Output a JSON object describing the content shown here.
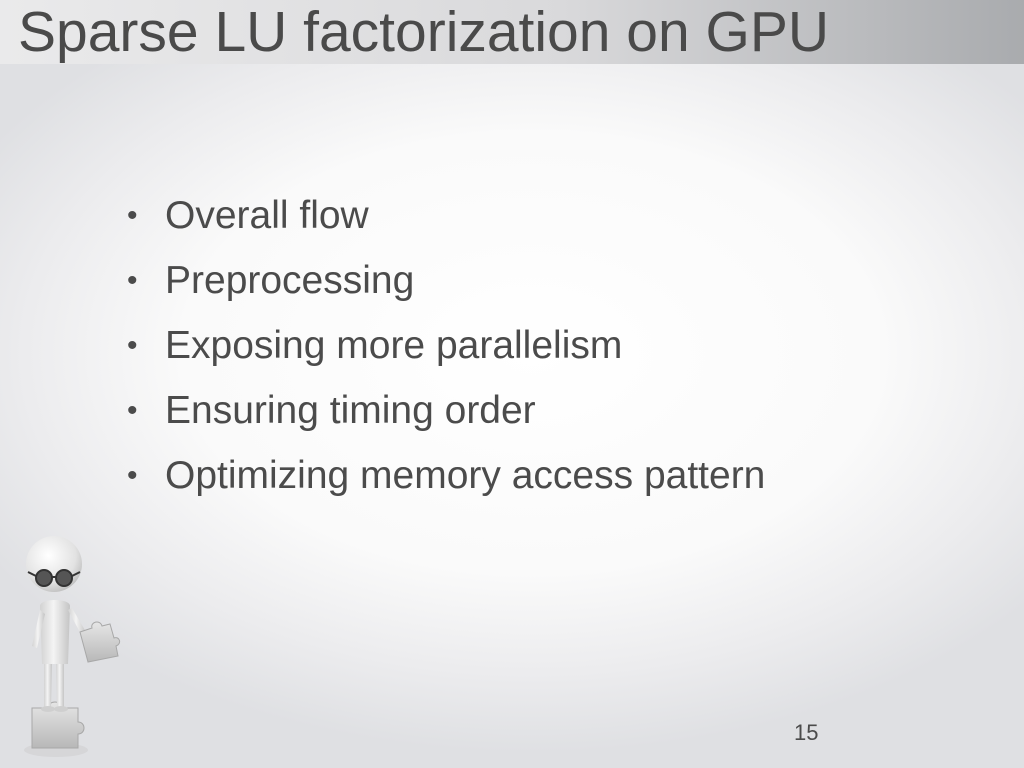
{
  "slide": {
    "title": "Sparse LU factorization on GPU",
    "bullets": [
      "Overall flow",
      "Preprocessing",
      "Exposing more parallelism",
      "Ensuring timing order",
      "Optimizing memory access pattern"
    ],
    "page_number": "15"
  },
  "icons": {
    "illustration": "person-with-puzzle-piece-icon"
  },
  "colors": {
    "text": "#4b4b4b",
    "title_bar_light": "#eaeaeb",
    "title_bar_dark": "#a9abae"
  }
}
